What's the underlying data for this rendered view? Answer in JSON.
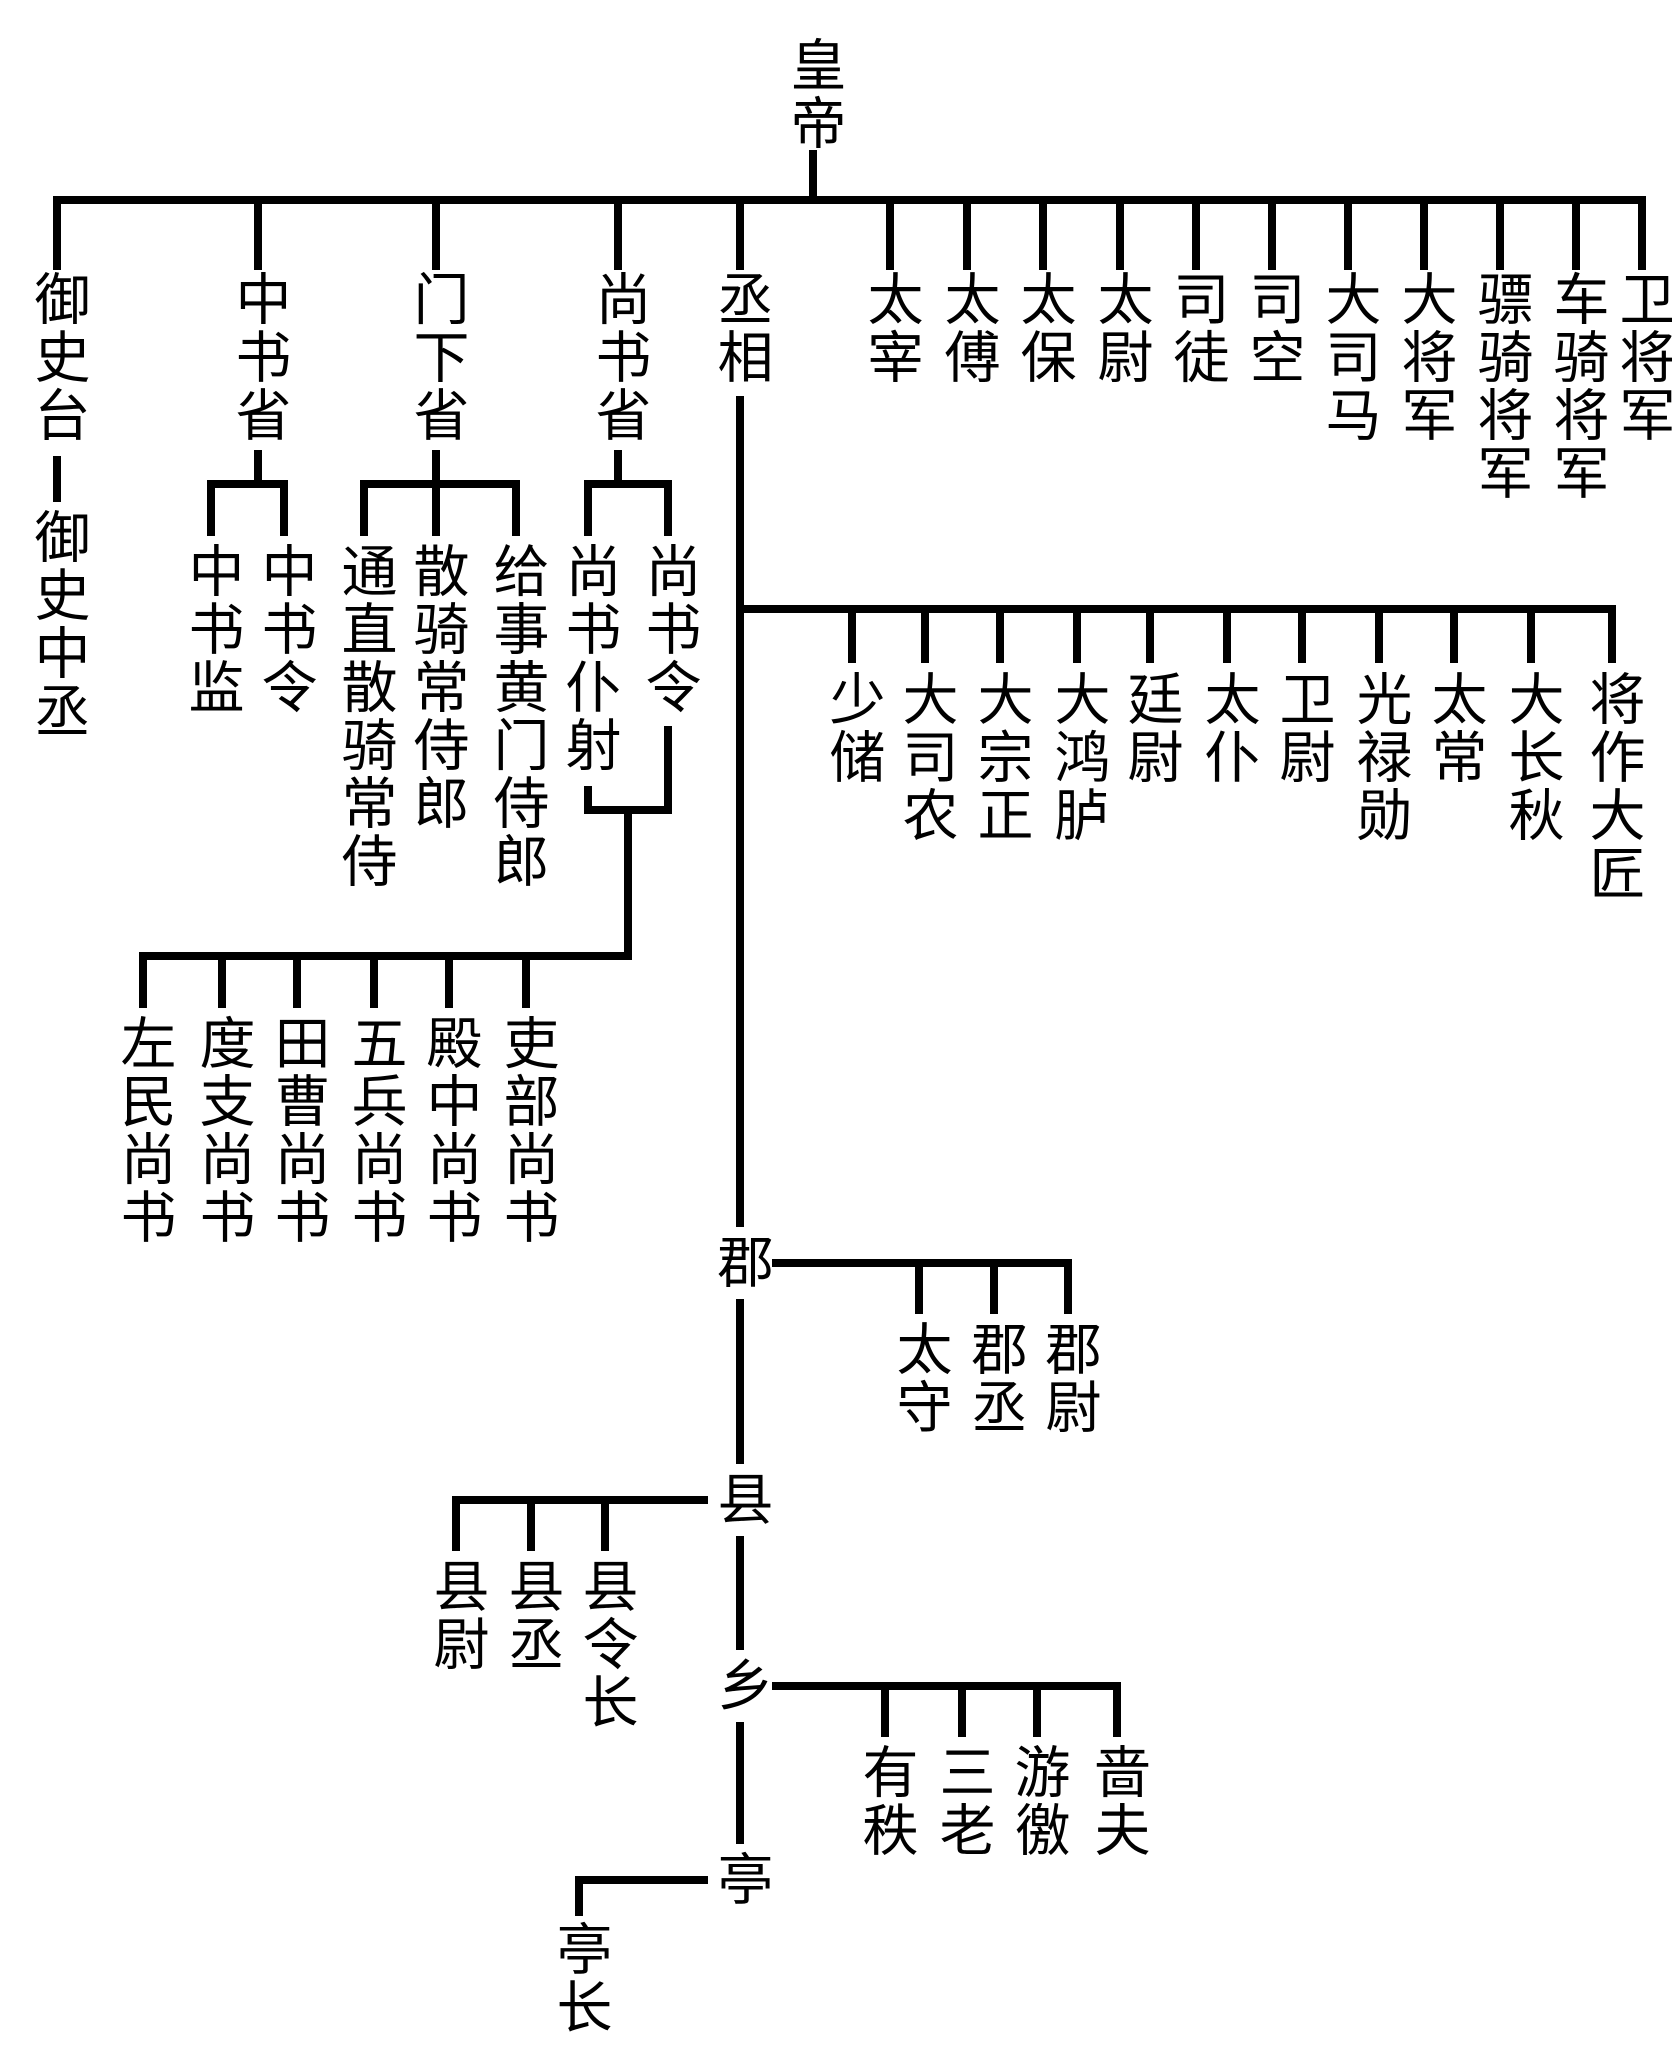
{
  "colors": {
    "line": "#000000",
    "text": "#000000",
    "background": "#ffffff"
  },
  "root": {
    "label": "皇帝"
  },
  "censorate": {
    "label": "御史台",
    "deputy": "御史中丞"
  },
  "secretariat": {
    "label": "中书省",
    "children": [
      "中书监",
      "中书令"
    ]
  },
  "chancellery": {
    "label": "门下省",
    "children": [
      "通直散骑常侍",
      "散骑常侍郎",
      "给事黄门侍郎"
    ]
  },
  "department_state": {
    "label": "尚书省",
    "children": [
      "尚书仆射",
      "尚书令"
    ],
    "bureaus": [
      "左民尚书",
      "度支尚书",
      "田曹尚书",
      "五兵尚书",
      "殿中尚书",
      "吏部尚书"
    ]
  },
  "chancellor": {
    "label": "丞相",
    "ministers": [
      "少储",
      "大司农",
      "大宗正",
      "大鸿胪",
      "廷尉",
      "太仆",
      "卫尉",
      "光禄勋",
      "太常",
      "大长秋",
      "将作大匠"
    ]
  },
  "court_offices": [
    "太宰",
    "太傅",
    "太保",
    "太尉",
    "司徒",
    "司空",
    "大司马",
    "大将军",
    "骠骑将军",
    "车骑将军",
    "卫将军"
  ],
  "commandery": {
    "label": "郡",
    "children": [
      "太守",
      "郡丞",
      "郡尉"
    ]
  },
  "county": {
    "label": "县",
    "children": [
      "县尉",
      "县丞",
      "县令长"
    ]
  },
  "township": {
    "label": "乡",
    "children": [
      "有秩",
      "三老",
      "游徼",
      "啬夫"
    ]
  },
  "neighborhood": {
    "label": "亭",
    "children": [
      "亭长"
    ]
  }
}
